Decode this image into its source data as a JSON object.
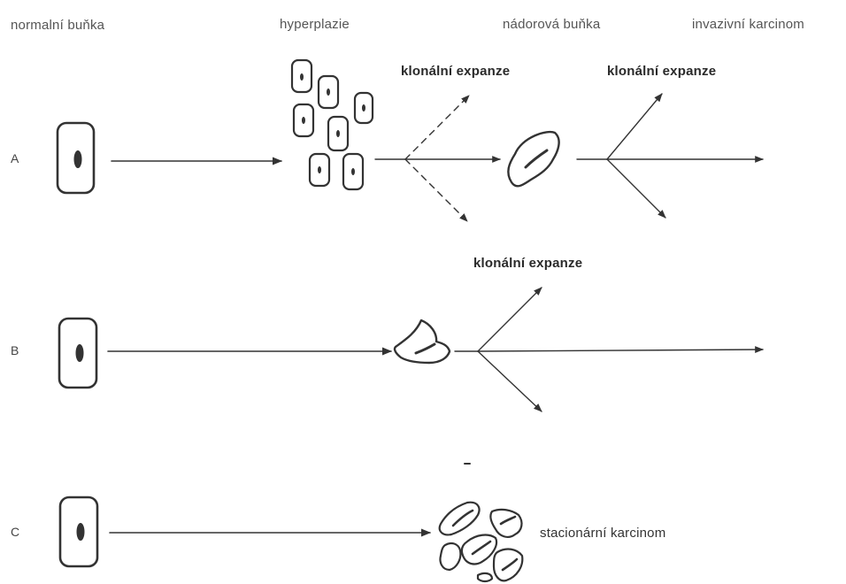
{
  "headers": {
    "normal": "normalní buňka",
    "hyperplasia": "hyperplazie",
    "tumor": "nádorová buňka",
    "invasive": "invazivní karcinom"
  },
  "rows": {
    "a": "A",
    "b": "B",
    "c": "C"
  },
  "annotations": {
    "clonal_a1": "klonální expanze",
    "clonal_a2": "klonální expanze",
    "clonal_b": "klonální expanze",
    "stationary": "stacionární karcinom"
  }
}
